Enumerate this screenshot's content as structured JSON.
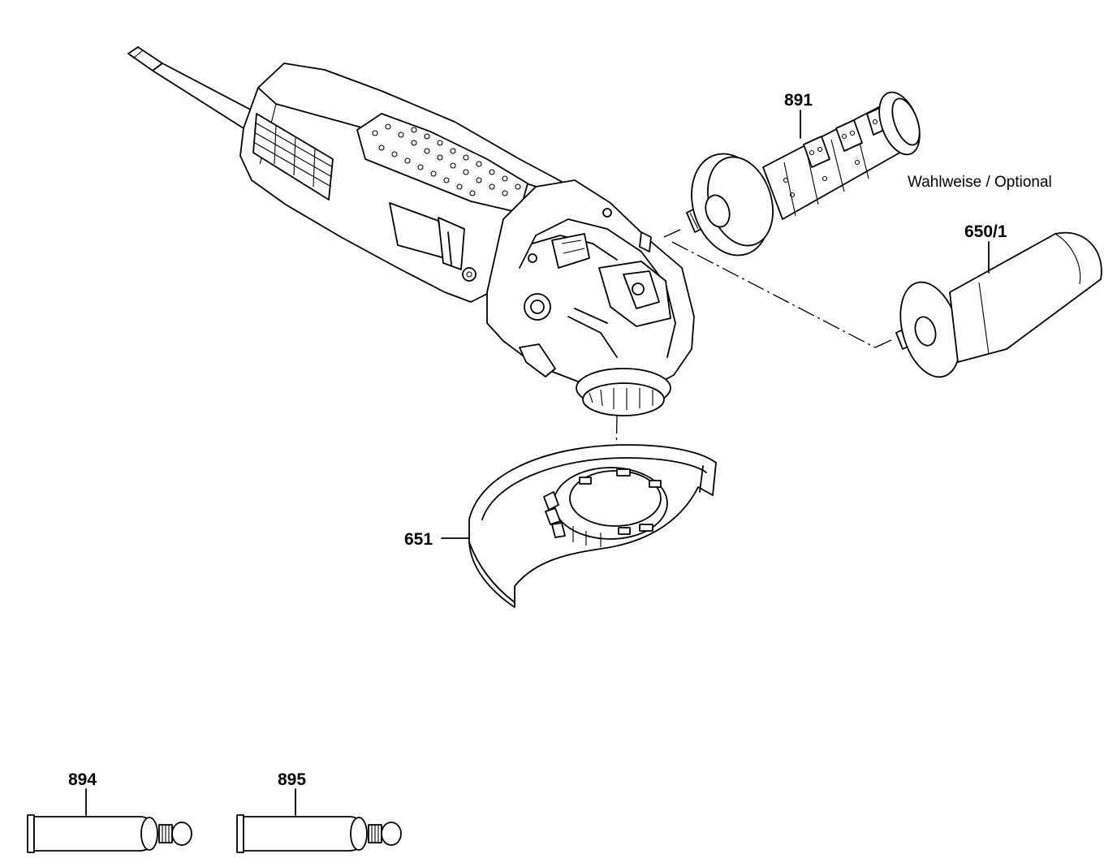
{
  "labels": {
    "p891": "891",
    "p650_1": "650/1",
    "p651": "651",
    "p894": "894",
    "p895": "895"
  },
  "note": "Wahlweise / Optional",
  "colors": {
    "line": "#000000",
    "background": "#ffffff"
  }
}
